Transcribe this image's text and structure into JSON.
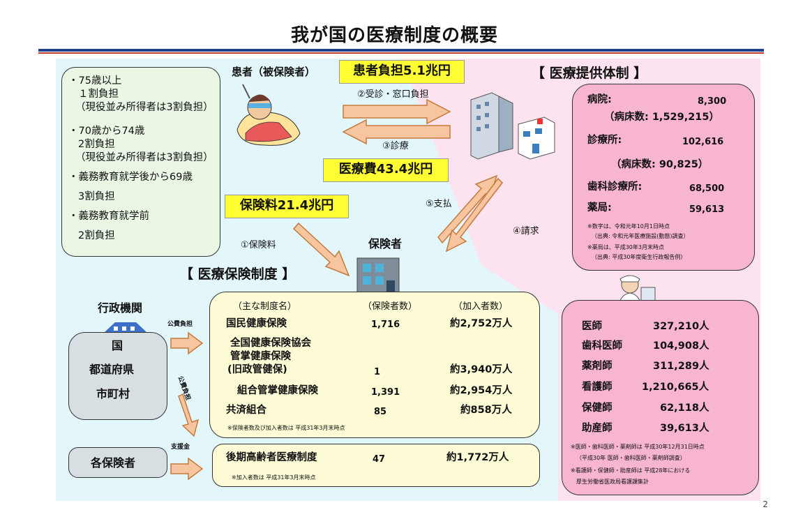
{
  "title": "我が国の医療制度の概要",
  "page_number": "2",
  "elderly": {
    "l1": "・75歳以上",
    "l2": "１割負担",
    "l3": "（現役並み所得者は3割負担）",
    "l4": "・70歳から74歳",
    "l5": "2割負担",
    "l6": "（現役並み所得者は3割負担）",
    "l7": "・義務教育就学後から69歳",
    "l8": "3割負担",
    "l9": "・義務教育就学前",
    "l10": "2割負担"
  },
  "patient_label": "患者（被保険者）",
  "patient_burden": "患者負担5.1兆円",
  "step2": "②受診・窓口負担",
  "step3": "③診療",
  "medical_cost": "医療費43.4兆円",
  "premium_total": "保険料21.4兆円",
  "step1": "①保険料",
  "step5": "⑤支払",
  "step4": "④請求",
  "insurer_label": "保険者",
  "section_insurance": "【 医療保険制度 】",
  "section_provision": "【 医療提供体制 】",
  "facilities": {
    "hospital_label": "病院:",
    "hospital_value": "8,300",
    "hospital_beds": "（病床数: 1,529,215）",
    "clinic_label": "診療所:",
    "clinic_value": "102,616",
    "clinic_beds": "（病床数: 90,825）",
    "dental_label": "歯科診療所:",
    "dental_value": "68,500",
    "pharmacy_label": "薬局:",
    "pharmacy_value": "59,613",
    "note1": "※数字は、令和元年10月1日時点",
    "note2": "（出典: 令和元年医療施設(動態)調査）",
    "note3": "※薬局は、平成30年3月末時点",
    "note4": "（出典: 平成30年度衛生行政報告例）"
  },
  "professionals": {
    "rows": [
      {
        "label": "医師",
        "value": "327,210人"
      },
      {
        "label": "歯科医師",
        "value": "104,908人"
      },
      {
        "label": "薬剤師",
        "value": "311,289人"
      },
      {
        "label": "看護師",
        "value": "1,210,665人"
      },
      {
        "label": "保健師",
        "value": "62,118人"
      },
      {
        "label": "助産師",
        "value": "39,613人"
      }
    ],
    "note1": "※医師・歯科医師・薬剤師は 平成30年12月31日時点",
    "note2": "（平成30年 医師・歯科医師・薬剤師調査）",
    "note3": "※看護師・保健師・助産師は 平成28年における",
    "note4": "厚生労働省医政局看護課集計"
  },
  "admin": {
    "title": "行政機関",
    "public_burden": "公費負担",
    "public_burden2": "公費負担",
    "support_fund": "支援金",
    "l1": "国",
    "l2": "都道府県",
    "l3": "市町村",
    "each_insurer": "各保険者"
  },
  "schemes": {
    "h_name": "（主な制度名）",
    "h_insurers": "（保険者数）",
    "h_members": "（加入者数）",
    "r1_name": "国民健康保険",
    "r1_ins": "1,716",
    "r1_mem": "約2,752万人",
    "r2_name1": "全国健康保険協会",
    "r2_name2": "管掌健康保険",
    "r2_name3": "(旧政管健保)",
    "r2_ins": "1",
    "r2_mem": "約3,940万人",
    "r3_name": "組合管掌健康保険",
    "r3_ins": "1,391",
    "r3_mem": "約2,954万人",
    "r4_name": "共済組合",
    "r4_ins": "85",
    "r4_mem": "約858万人",
    "note": "※保険者数及び加入者数は 平成31年3月末時点"
  },
  "elderly_scheme": {
    "name": "後期高齢者医療制度",
    "ins": "47",
    "mem": "約1,772万人",
    "note": "※加入者数は 平成31年3月末時点"
  },
  "colors": {
    "cyan_bg": "#e3f7fb",
    "pink_bg": "#fce3ef",
    "yellow_label": "#ffff33",
    "arrow_fill": "#f7c59f"
  }
}
